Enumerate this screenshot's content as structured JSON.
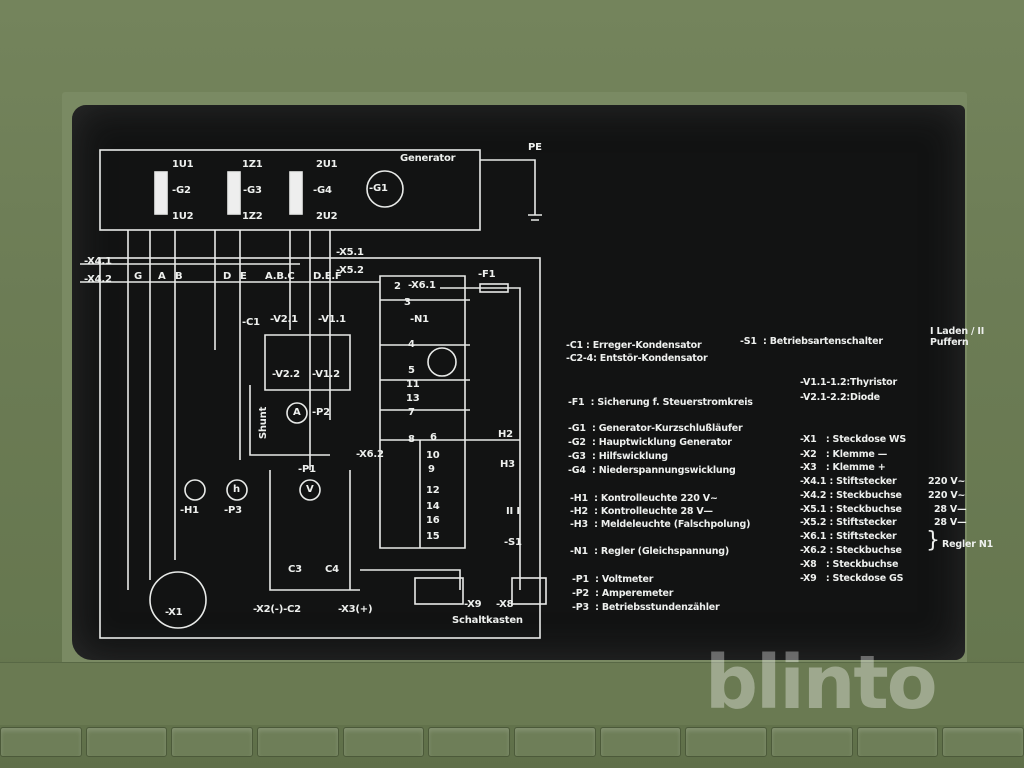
{
  "diagram": {
    "title": "Generator",
    "pe_label": "PE",
    "section_label": "Schaltkasten",
    "windings": [
      "1U1",
      "1U2",
      "1Z1",
      "1Z2",
      "2U1",
      "2U2"
    ],
    "components": {
      "g1": "-G1",
      "g2": "-G2",
      "g3": "-G3",
      "g4": "-G4",
      "x41": "-X4.1",
      "x42": "-X4.2",
      "x51": "-X5.1",
      "x52": "-X5.2",
      "x61": "-X6.1",
      "x62": "-X6.2",
      "f1": "-F1",
      "n1": "-N1",
      "c1": "-C1",
      "v21": "-V2.1",
      "v11": "-V1.1",
      "v22": "-V2.2",
      "v12": "-V1.2",
      "shunt": "Shunt",
      "ammeter": "A",
      "p2": "-P2",
      "p1": "-P1",
      "voltmeter": "V",
      "h1": "-H1",
      "p3": "-P3",
      "hour": "h",
      "x1": "-X1",
      "x2": "-X2(-)-C2",
      "x3": "-X3(+)",
      "x9": "-X9",
      "x8": "-X8",
      "h2": "H2",
      "h3": "H3",
      "s1": "-S1",
      "c3": "C3",
      "c4": "C4",
      "s1pos": "II I"
    },
    "plug_pins": [
      "G",
      "A",
      "B",
      "D",
      "E",
      "A.B.C",
      "D.E.F"
    ],
    "terminals": [
      "2",
      "3",
      "4",
      "5",
      "11",
      "13",
      "7",
      "8",
      "6",
      "10",
      "9",
      "12",
      "14",
      "16",
      "15"
    ]
  },
  "legend_left": [
    {
      "code": "-C1",
      "text": ": Erreger-Kondensator"
    },
    {
      "code": "-C2-4",
      "text": ": Entstör-Kondensator"
    },
    {
      "code": "-F1",
      "text": ": Sicherung f. Steuerstromkreis"
    },
    {
      "code": "-G1",
      "text": ": Generator-Kurzschlußläufer"
    },
    {
      "code": "-G2",
      "text": ": Hauptwicklung Generator"
    },
    {
      "code": "-G3",
      "text": ": Hilfswicklung"
    },
    {
      "code": "-G4",
      "text": ": Niederspannungswicklung"
    },
    {
      "code": "-H1",
      "text": ": Kontrolleuchte 220 V~"
    },
    {
      "code": "-H2",
      "text": ": Kontrolleuchte  28 V—"
    },
    {
      "code": "-H3",
      "text": ": Meldeleuchte (Falschpolung)"
    },
    {
      "code": "-N1",
      "text": ": Regler (Gleichspannung)"
    },
    {
      "code": "-P1",
      "text": ": Voltmeter"
    },
    {
      "code": "-P2",
      "text": ": Amperemeter"
    },
    {
      "code": "-P3",
      "text": ": Betriebsstundenzähler"
    }
  ],
  "legend_right": [
    {
      "code": "-S1",
      "text": ": Betriebsartenschalter",
      "extra": "I Laden / II Puffern"
    },
    {
      "code": "-V1.1-1.2",
      "text": ":Thyristor"
    },
    {
      "code": "-V2.1-2.2",
      "text": ":Diode"
    },
    {
      "code": "-X1",
      "text": ": Steckdose WS"
    },
    {
      "code": "-X2",
      "text": ": Klemme —"
    },
    {
      "code": "-X3",
      "text": ": Klemme +"
    },
    {
      "code": "-X4.1",
      "text": ": Stiftstecker",
      "extra": "220 V~"
    },
    {
      "code": "-X4.2",
      "text": ": Steckbuchse",
      "extra": "220 V~"
    },
    {
      "code": "-X5.1",
      "text": ": Steckbuchse",
      "extra": "28 V—"
    },
    {
      "code": "-X5.2",
      "text": ": Stiftstecker",
      "extra": "28 V—"
    },
    {
      "code": "-X6.1",
      "text": ": Stiftstecker"
    },
    {
      "code": "-X6.2",
      "text": ": Steckbuchse"
    },
    {
      "code": "-X8",
      "text": ": Steckbuchse"
    },
    {
      "code": "-X9",
      "text": ": Steckdose GS"
    }
  ],
  "regler_group": "Regler N1",
  "watermark": "blinto",
  "colors": {
    "panel": "#6c7c55",
    "plate": "#121313",
    "ink": "#eef0ee"
  }
}
